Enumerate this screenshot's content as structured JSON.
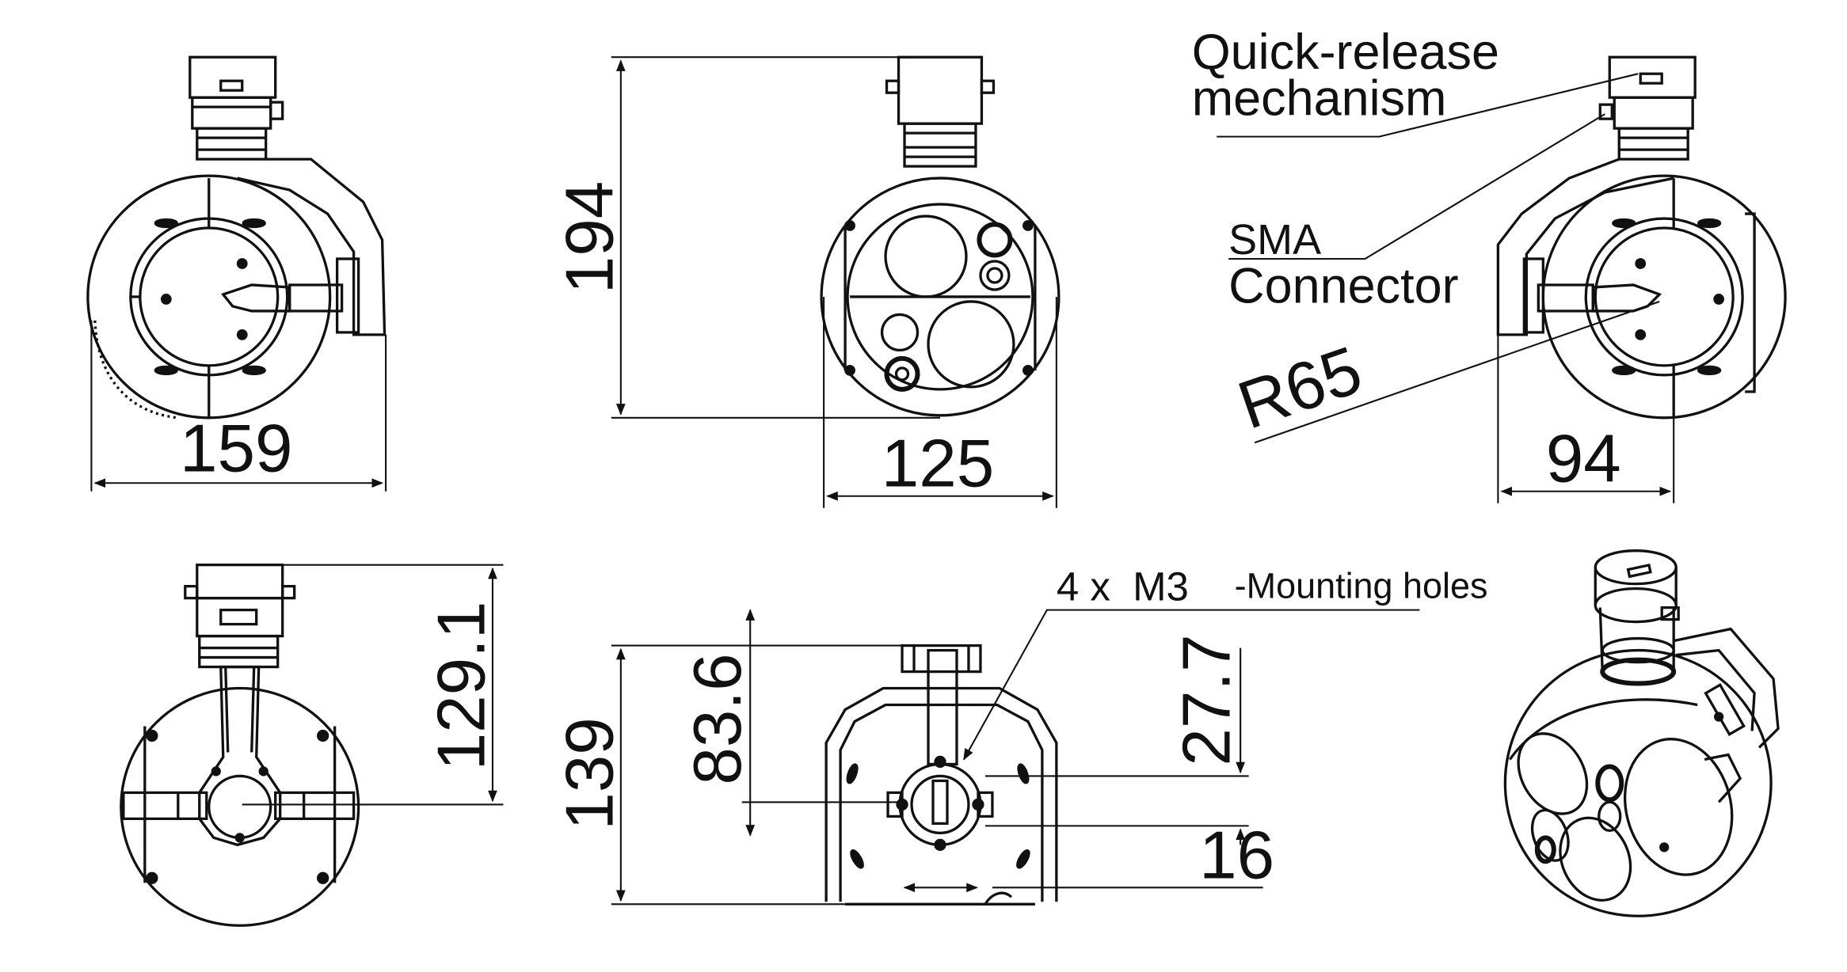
{
  "dimensions": {
    "front_width": "159",
    "height": "194",
    "side_width": "125",
    "radius": "R65",
    "right_width": "94",
    "bottom_height": "129.1",
    "mount_height": "139",
    "mount_offset": "83.6",
    "hole_offset": "27.7",
    "hole_spacing": "16"
  },
  "callouts": {
    "quick_release_line1": "Quick-release",
    "quick_release_line2": "mechanism",
    "sma_line1": "SMA",
    "sma_line2": "Connector",
    "mounting_holes_prefix": "4 x  M3",
    "mounting_holes_suffix": "-Mounting holes"
  },
  "colors": {
    "ink": "#111111",
    "background": "#ffffff"
  }
}
